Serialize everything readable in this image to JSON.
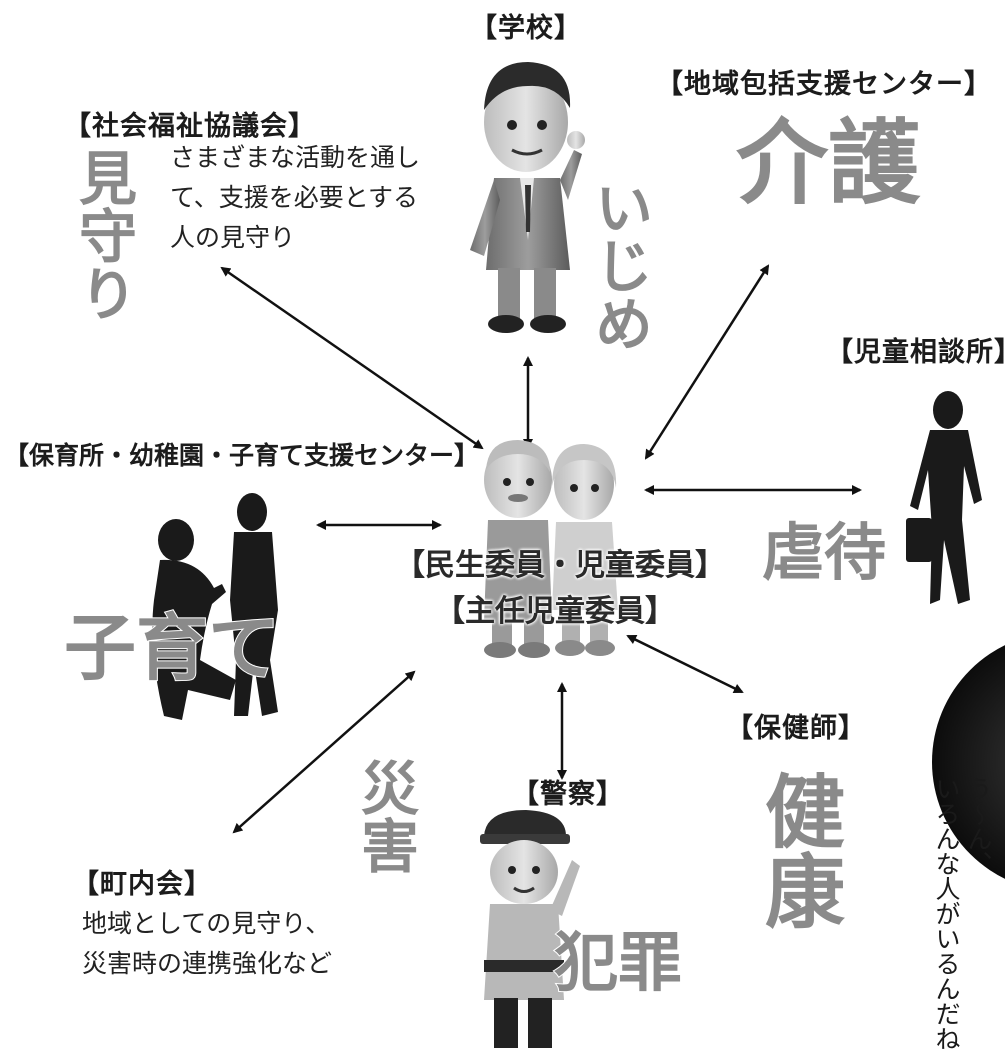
{
  "center": {
    "line1": "【民生委員・児童委員】",
    "line2": "【主任児童委員】"
  },
  "nodes": {
    "school": {
      "org": "【学校】",
      "keyword": "いじめ"
    },
    "welfare_council": {
      "org": "【社会福祉協議会】",
      "keyword": "見守り",
      "desc": [
        "さまざまな活動を通し",
        "て、支援を必要とする",
        "人の見守り"
      ]
    },
    "community_center": {
      "org": "【地域包括支援センター】",
      "keyword": "介護"
    },
    "child_guidance": {
      "org": "【児童相談所】",
      "keyword": "虐待"
    },
    "childcare": {
      "org": "【保育所・幼稚園・子育て支援センター】",
      "keyword": "子育て"
    },
    "health_nurse": {
      "org": "【保健師】",
      "keyword": "健康"
    },
    "police": {
      "org": "【警察】",
      "keyword": "犯罪"
    },
    "neighborhood": {
      "org": "【町内会】",
      "keyword": "災害",
      "desc": [
        "地域としての見守り、",
        "災害時の連携強化など"
      ]
    }
  },
  "speech": {
    "line1": "う〜ん、",
    "line2": "いろんな人がいるんだね"
  },
  "colors": {
    "keyword": "#8a8a8a",
    "silhouette": "#1a1a1a",
    "text": "#1c1c1c"
  }
}
